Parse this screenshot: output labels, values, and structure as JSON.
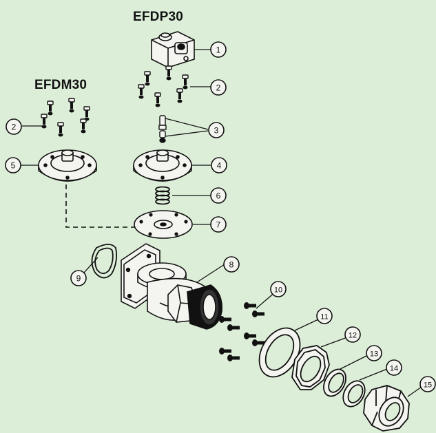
{
  "titles": {
    "pilot_model": "EFDP30",
    "manual_model": "EFDM30"
  },
  "callouts": {
    "c1": "1",
    "c2a": "2",
    "c2b": "2",
    "c3": "3",
    "c4": "4",
    "c5": "5",
    "c6": "6",
    "c7": "7",
    "c8": "8",
    "c9": "9",
    "c10": "10",
    "c11": "11",
    "c12": "12",
    "c13": "13",
    "c14": "14",
    "c15": "15"
  },
  "colors": {
    "background": "#ddeed8",
    "line": "#111111",
    "part_fill": "#f4f4f0"
  }
}
